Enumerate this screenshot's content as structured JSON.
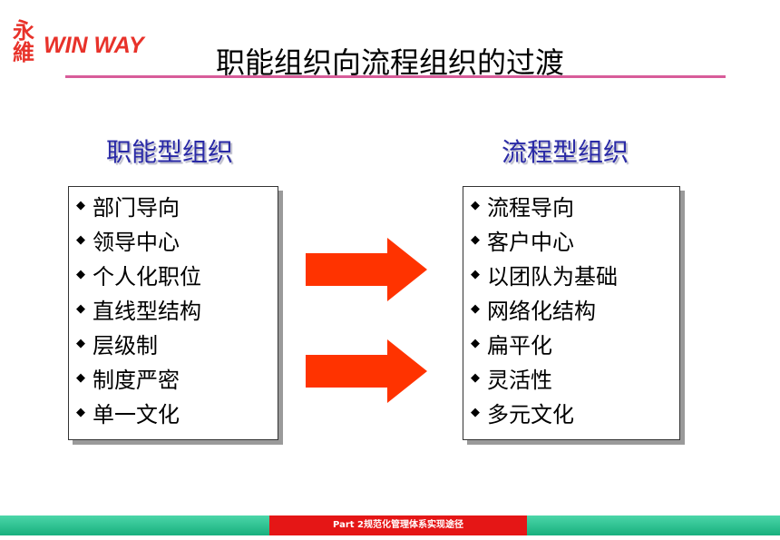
{
  "logo": {
    "chars": [
      "永",
      "維"
    ],
    "text": "WIN WAY",
    "color": "#e8322a"
  },
  "title": "职能组织向流程组织的过渡",
  "left": {
    "heading": "职能型组织",
    "items": [
      "部门导向",
      "领导中心",
      "个人化职位",
      "直线型结构",
      "层级制",
      "制度严密",
      "单一文化"
    ]
  },
  "right": {
    "heading": "流程型组织",
    "items": [
      "流程导向",
      "客户中心",
      "以团队为基础",
      "网络化结构",
      "扁平化",
      "灵活性",
      "多元文化"
    ]
  },
  "bullet": "◆",
  "footer": "Part 2规范化管理体系实现途径",
  "colors": {
    "arrow": "#ff3300",
    "heading": "#2a2aa6",
    "rule": "#d85c9a",
    "footer_band": "#18b07e",
    "footer_center": "#e51616"
  }
}
